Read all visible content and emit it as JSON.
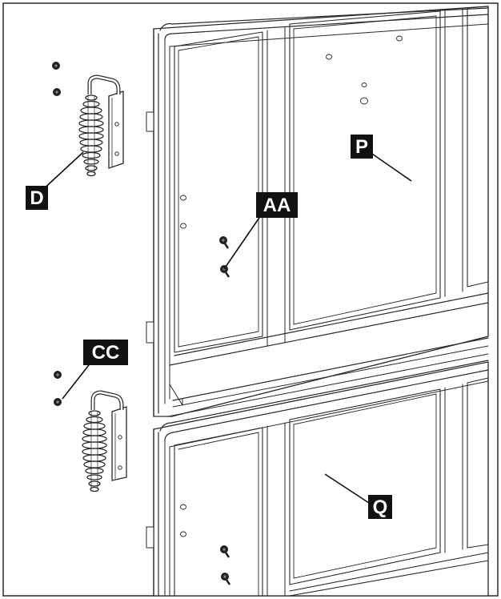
{
  "callouts": {
    "d": "D",
    "aa": "AA",
    "p": "P",
    "cc": "CC",
    "q": "Q"
  },
  "colors": {
    "line": "#2a2a2a",
    "label_bg": "#111111",
    "label_text": "#ffffff",
    "background": "#ffffff"
  }
}
